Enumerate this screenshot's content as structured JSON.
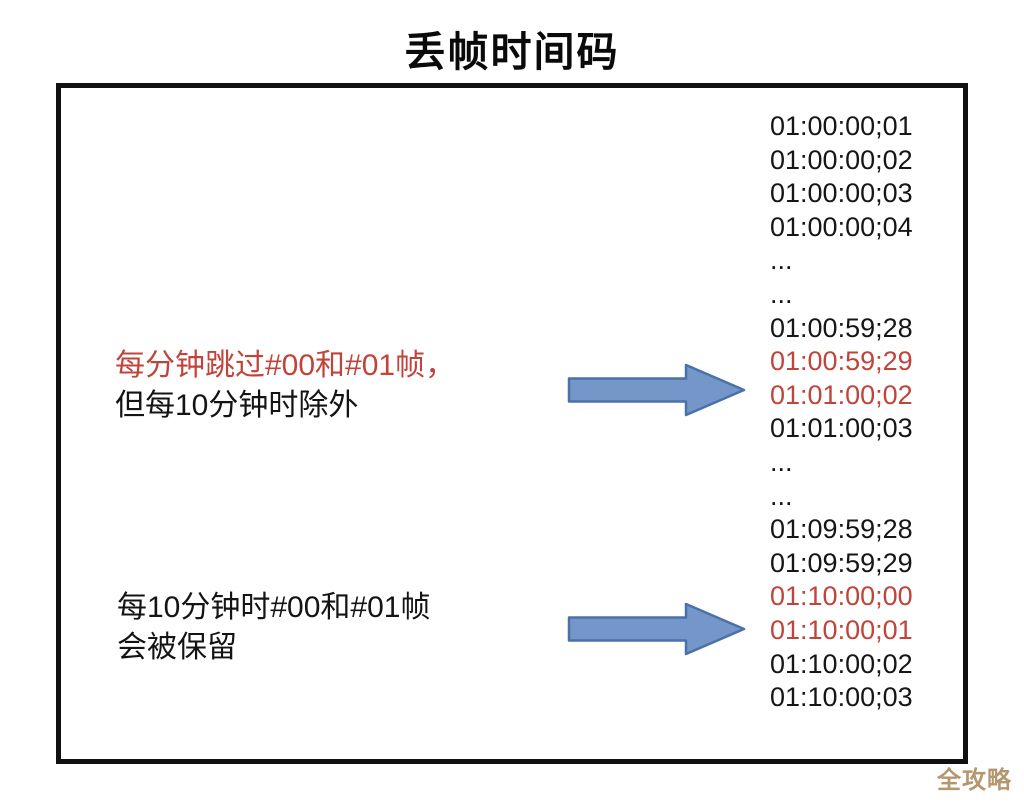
{
  "title": "丢帧时间码",
  "watermark": "全攻略",
  "colors": {
    "accent-red": "#c0443b",
    "arrow-fill": "#7596c8",
    "arrow-stroke": "#4a71a8",
    "watermark": "#b5976f",
    "border": "#111111"
  },
  "annotations": [
    {
      "lines": [
        {
          "text": "每分钟跳过#00和#01帧，",
          "color": "red"
        },
        {
          "text": "但每10分钟时除外",
          "color": "black"
        }
      ]
    },
    {
      "lines": [
        {
          "text": "每10分钟时#00和#01帧",
          "color": "black"
        },
        {
          "text": "会被保留",
          "color": "black"
        }
      ]
    }
  ],
  "timecode_list": {
    "items": [
      {
        "text": "01:00:00;01",
        "color": "black"
      },
      {
        "text": "01:00:00;02",
        "color": "black"
      },
      {
        "text": "01:00:00;03",
        "color": "black"
      },
      {
        "text": "01:00:00;04",
        "color": "black"
      },
      {
        "text": "...",
        "color": "black"
      },
      {
        "text": "...",
        "color": "black"
      },
      {
        "text": "01:00:59;28",
        "color": "black"
      },
      {
        "text": "01:00:59;29",
        "color": "red"
      },
      {
        "text": "01:01:00;02",
        "color": "red"
      },
      {
        "text": "01:01:00;03",
        "color": "black"
      },
      {
        "text": "...",
        "color": "black"
      },
      {
        "text": "...",
        "color": "black"
      },
      {
        "text": "01:09:59;28",
        "color": "black"
      },
      {
        "text": "01:09:59;29",
        "color": "black"
      },
      {
        "text": "01:10:00;00",
        "color": "red"
      },
      {
        "text": "01:10:00;01",
        "color": "red"
      },
      {
        "text": "01:10:00;02",
        "color": "black"
      },
      {
        "text": "01:10:00;03",
        "color": "black"
      }
    ]
  }
}
